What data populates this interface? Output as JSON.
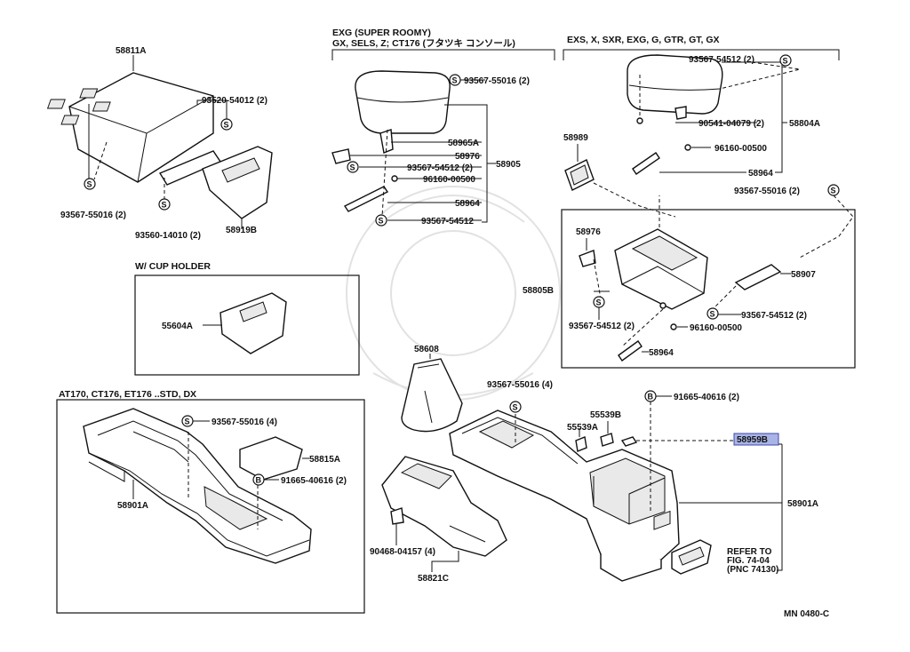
{
  "headers": {
    "exg_line1": "EXG (SUPER ROOMY)",
    "exg_line2": "GX, SELS, Z; CT176 (フタツキ コンソール)",
    "exs_line": "EXS, X, SXR, EXG, G, GTR, GT, GX",
    "cup_holder": "W/ CUP HOLDER",
    "std_models": "AT170, CT176, ET176 ..STD, DX"
  },
  "labels": {
    "p58811A": "58811A",
    "p93520": "93520-54012 (2)",
    "p93567_2a": "93567-55016 (2)",
    "p93560": "93560-14010 (2)",
    "p58919B": "58919B",
    "p55604A": "55604A",
    "exg_93567": "93567-55016 (2)",
    "exg_58965A": "58965A",
    "exg_58976": "58976",
    "exg_93567_54512_2": "93567-54512 (2)",
    "exg_58905": "58905",
    "exg_96160": "96160-00500",
    "exg_58964": "58964",
    "exg_93567_54512": "93567-54512",
    "exs_93567_54512_2": "93567-54512 (2)",
    "exs_90541": "90541-04079 (2)",
    "exs_58804A": "58804A",
    "exs_96160": "96160-00500",
    "exs_58964": "58964",
    "exs_93567_55016": "93567-55016 (2)",
    "exs_58989": "58989",
    "box_58976": "58976",
    "box_58805B": "58805B",
    "box_58907": "58907",
    "box_93567_54512_a": "93567-54512 (2)",
    "box_93567_54512_b": "93567-54512 (2)",
    "box_96160": "96160-00500",
    "box_58964": "58964",
    "p58608": "58608",
    "p93567_4": "93567-55016 (4)",
    "p91665_2": "91665-40616 (2)",
    "p55539B": "55539B",
    "p55539A": "55539A",
    "p58959B": "58959B",
    "p58901A_right": "58901A",
    "p90468": "90468-04157 (4)",
    "p58821C": "58821C",
    "refer_line1": "REFER TO",
    "refer_line2": "FIG. 74-04",
    "refer_line3": "(PNC 74130)",
    "std_93567": "93567-55016 (4)",
    "std_58815A": "58815A",
    "std_91665": "91665-40616 (2)",
    "std_58901A": "58901A",
    "diagram_code": "MN 0480-C"
  },
  "symbols": {
    "s": "S",
    "b": "B"
  },
  "colors": {
    "highlight": "#a9b4e6",
    "highlight_border": "#3d49a8",
    "ink": "#111111"
  },
  "highlighted_part": "58959B"
}
